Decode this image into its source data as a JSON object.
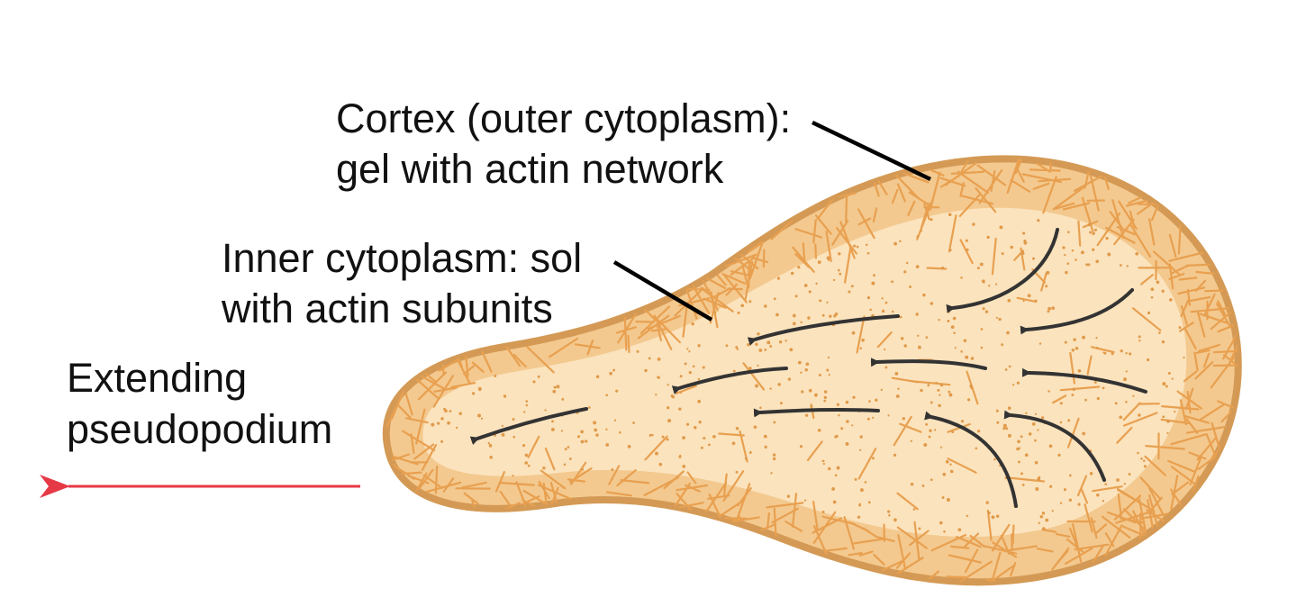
{
  "labels": {
    "cortex_line1": "Cortex (outer cytoplasm):",
    "cortex_line2": "gel with actin network",
    "inner_line1": "Inner cytoplasm: sol",
    "inner_line2": "with actin subunits",
    "extending_line1": "Extending",
    "extending_line2": "pseudopodium"
  },
  "colors": {
    "cell_outline": "#d49a55",
    "cortex_fill": "#f3c98f",
    "inner_fill": "#fbe3bd",
    "actin_filament": "#e8a050",
    "flow_arrow": "#333333",
    "direction_arrow": "#e63946",
    "leader_line": "#000000"
  }
}
